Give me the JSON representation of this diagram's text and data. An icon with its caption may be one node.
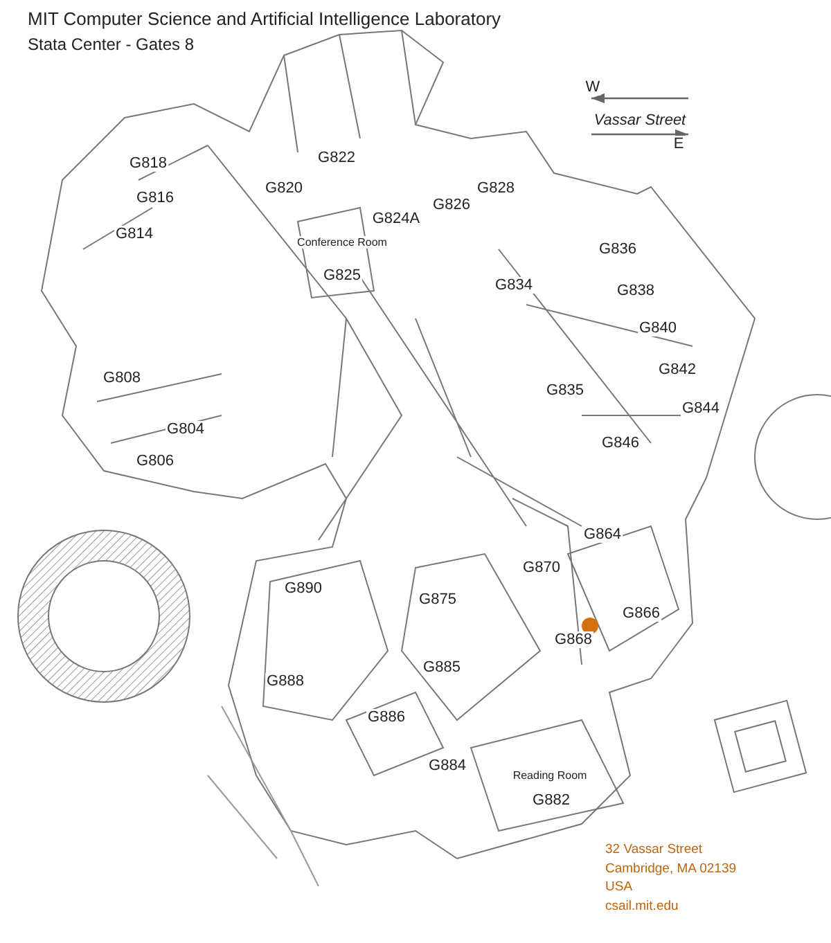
{
  "diagram": {
    "title": "MIT Computer Science and Artificial Intelligence Laboratory",
    "labels": [
      "Stata Center - Gates 8",
      "W",
      "Vassar Street",
      "E",
      "G822",
      "G818",
      "G820",
      "G816",
      "G828",
      "G826",
      "G824A",
      "G814",
      "Conference Room",
      "G836",
      "G825",
      "G834",
      "G838",
      "G840",
      "G842",
      "G808",
      "G835",
      "G844",
      "G804",
      "G846",
      "G806",
      "G864",
      "G870",
      "G890",
      "G875",
      "G866",
      "G868",
      "G885",
      "G888",
      "G886",
      "Reading Room",
      "G884",
      "G882",
      "32 Vassar Street",
      "Cambridge, MA 02139",
      "USA",
      "csail.mit.edu"
    ]
  }
}
